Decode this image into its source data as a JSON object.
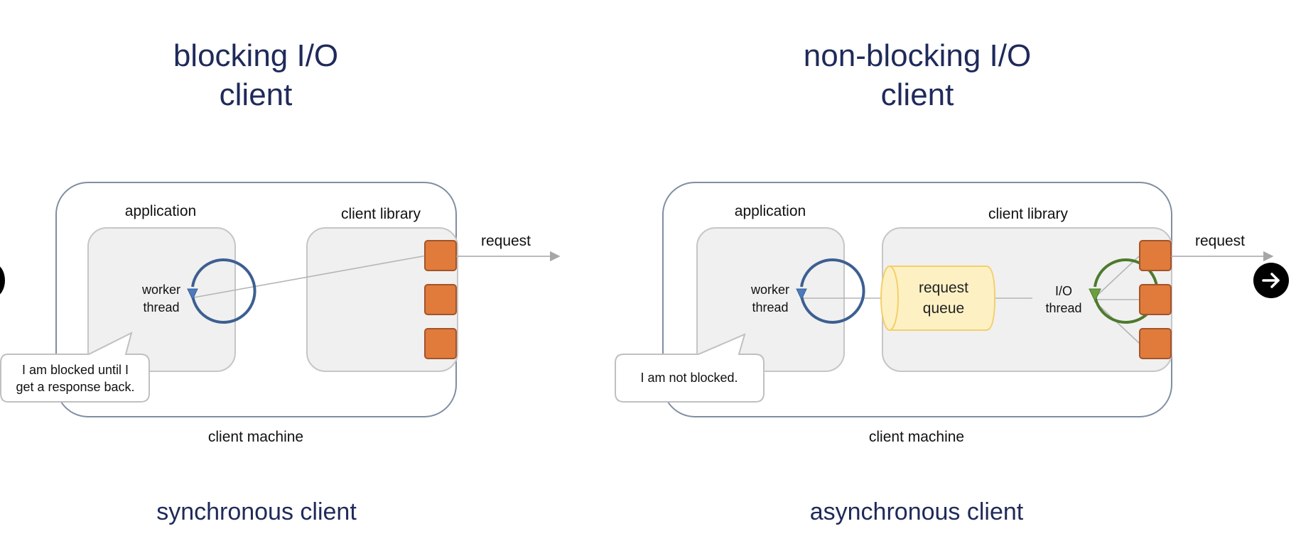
{
  "left": {
    "title_line1": "blocking I/O",
    "title_line2": "client",
    "app_label": "application",
    "lib_label": "client library",
    "machine_label": "client machine",
    "request_label": "request",
    "worker_line1": "worker",
    "worker_line2": "thread",
    "bubble_line1": "I am blocked until I",
    "bubble_line2": "get a response back.",
    "caption": "synchronous client"
  },
  "right": {
    "title_line1": "non-blocking I/O",
    "title_line2": "client",
    "app_label": "application",
    "lib_label": "client library",
    "machine_label": "client machine",
    "request_label": "request",
    "worker_line1": "worker",
    "worker_line2": "thread",
    "queue_line1": "request",
    "queue_line2": "queue",
    "io_line1": "I/O",
    "io_line2": "thread",
    "bubble_line1": "I am not blocked.",
    "caption": "asynchronous client"
  },
  "nav": {
    "prev_icon": "chevron-left-icon",
    "next_icon": "arrow-right-icon"
  },
  "colors": {
    "title": "#1f2a5a",
    "worker_thread": "#3d5f91",
    "io_thread": "#4e7a2c",
    "socket": "#e07b3b",
    "queue": "#fdf1c4",
    "frame": "#7f8ea3"
  }
}
